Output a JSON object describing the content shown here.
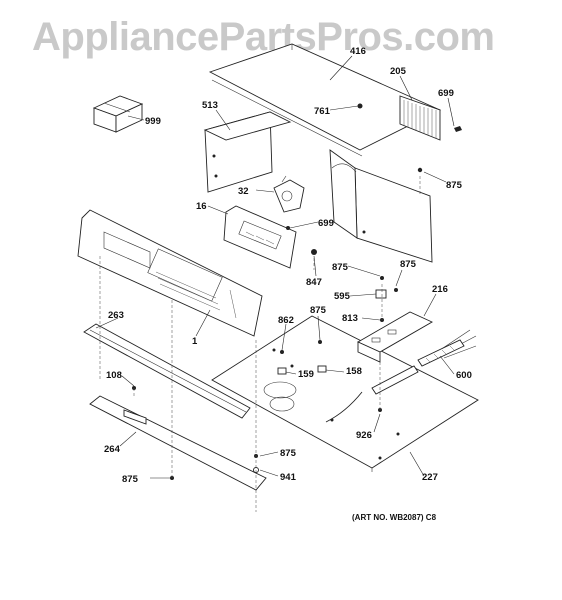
{
  "watermark": "AppliancePartsPros.com",
  "art_number": "(ART NO. WB2087) C8",
  "callouts": {
    "c416": "416",
    "c205": "205",
    "c699a": "699",
    "c761": "761",
    "c513": "513",
    "c999": "999",
    "c875a": "875",
    "c32": "32",
    "c16": "16",
    "c699b": "699",
    "c847": "847",
    "c875b": "875",
    "c875c": "875",
    "c595": "595",
    "c216": "216",
    "c263": "263",
    "c862": "862",
    "c875d": "875",
    "c813": "813",
    "c1": "1",
    "c108": "108",
    "c159": "159",
    "c158": "158",
    "c600": "600",
    "c926": "926",
    "c264": "264",
    "c875e": "875",
    "c875f": "875",
    "c941": "941",
    "c227": "227"
  }
}
